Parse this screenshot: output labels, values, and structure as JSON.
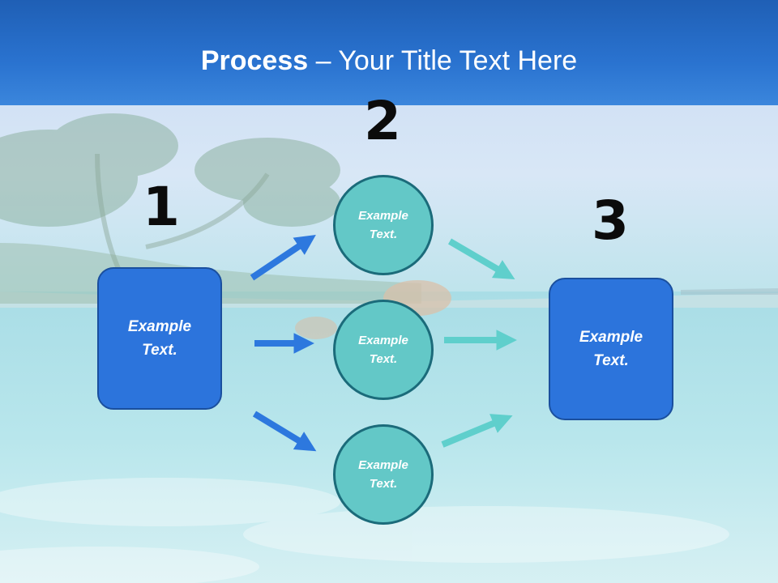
{
  "title": {
    "bold": "Process",
    "rest": " – Your Title Text Here"
  },
  "steps": [
    {
      "number": "1",
      "text": "Example Text."
    },
    {
      "number": "2",
      "items": [
        "Example Text.",
        "Example Text.",
        "Example Text."
      ]
    },
    {
      "number": "3",
      "text": "Example Text."
    }
  ],
  "colors": {
    "title_bar": "#2a6fce",
    "box_fill": "#2c74dc",
    "circle_fill": "#63c8c7",
    "arrow_blue": "#2d78de",
    "arrow_teal": "#5fcfcc"
  }
}
